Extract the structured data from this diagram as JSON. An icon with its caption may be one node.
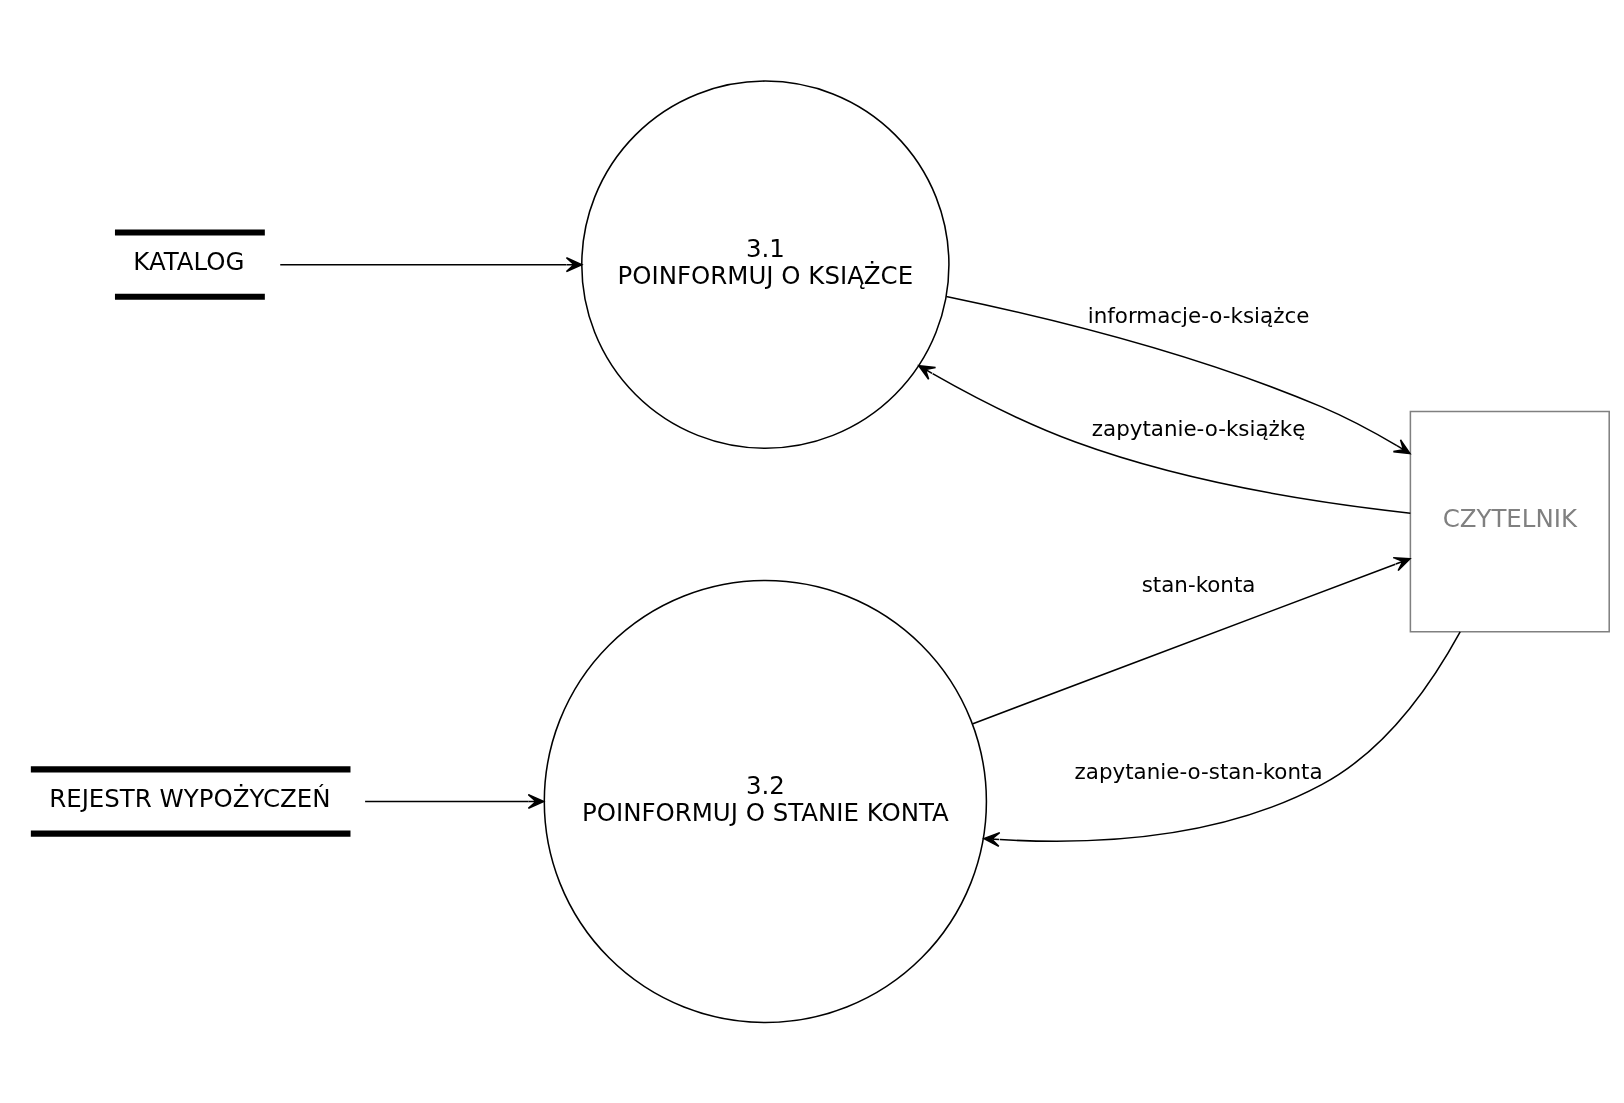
{
  "diagram": {
    "nodes": [
      {
        "text": [
          "3.2",
          "POINFORMUJ O STANIE KONTA"
        ]
      },
      {
        "text": [
          "REJESTR WYPOŻYCZEŃ"
        ]
      },
      {
        "text": [
          "CZYTELNIK"
        ]
      },
      {
        "text": [
          "3.1",
          "POINFORMUJ O KSIĄŻCE"
        ]
      },
      {
        "text": [
          "KATALOG"
        ]
      }
    ],
    "edges": [
      {
        "from": 1,
        "to": 0,
        "arrow": "to"
      },
      {
        "from": 2,
        "to": 0,
        "arrow": "to",
        "label": "zapytanie-o-stan-konta"
      },
      {
        "from": 0,
        "to": 2,
        "arrow": "to",
        "label": "stan-konta"
      },
      {
        "from": 2,
        "to": 3,
        "arrow": "to",
        "label": "zapytanie-o-książkę"
      },
      {
        "from": 3,
        "to": 2,
        "arrow": "to",
        "label": "informacje-o-książce"
      },
      {
        "from": 4,
        "to": 3,
        "arrow": "to"
      }
    ]
  }
}
